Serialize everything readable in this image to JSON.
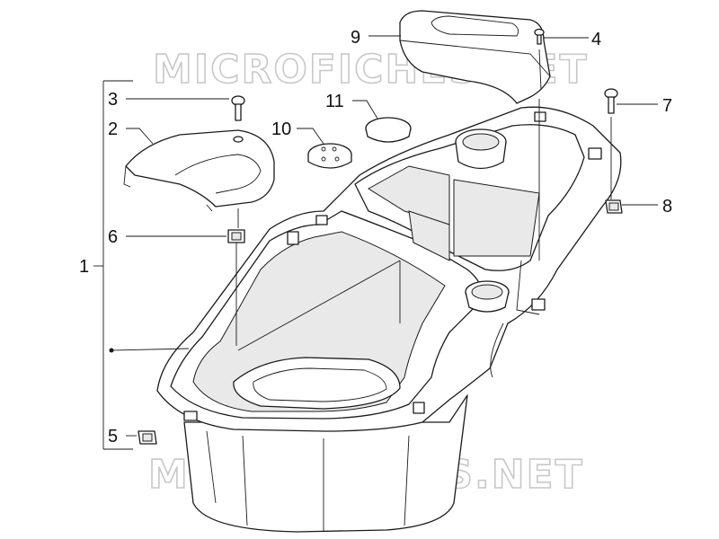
{
  "watermark": {
    "top_text": "MICROFICHES.NET",
    "bottom_text": "MICROFICHES.NET"
  },
  "callouts": {
    "c1": "1",
    "c2": "2",
    "c3": "3",
    "c4": "4",
    "c5": "5",
    "c6": "6",
    "c7": "7",
    "c8": "8",
    "c9": "9",
    "c10": "10",
    "c11": "11"
  },
  "colors": {
    "line": "#1a1a1a",
    "watermark": "#c8c8c8",
    "background": "#ffffff"
  }
}
